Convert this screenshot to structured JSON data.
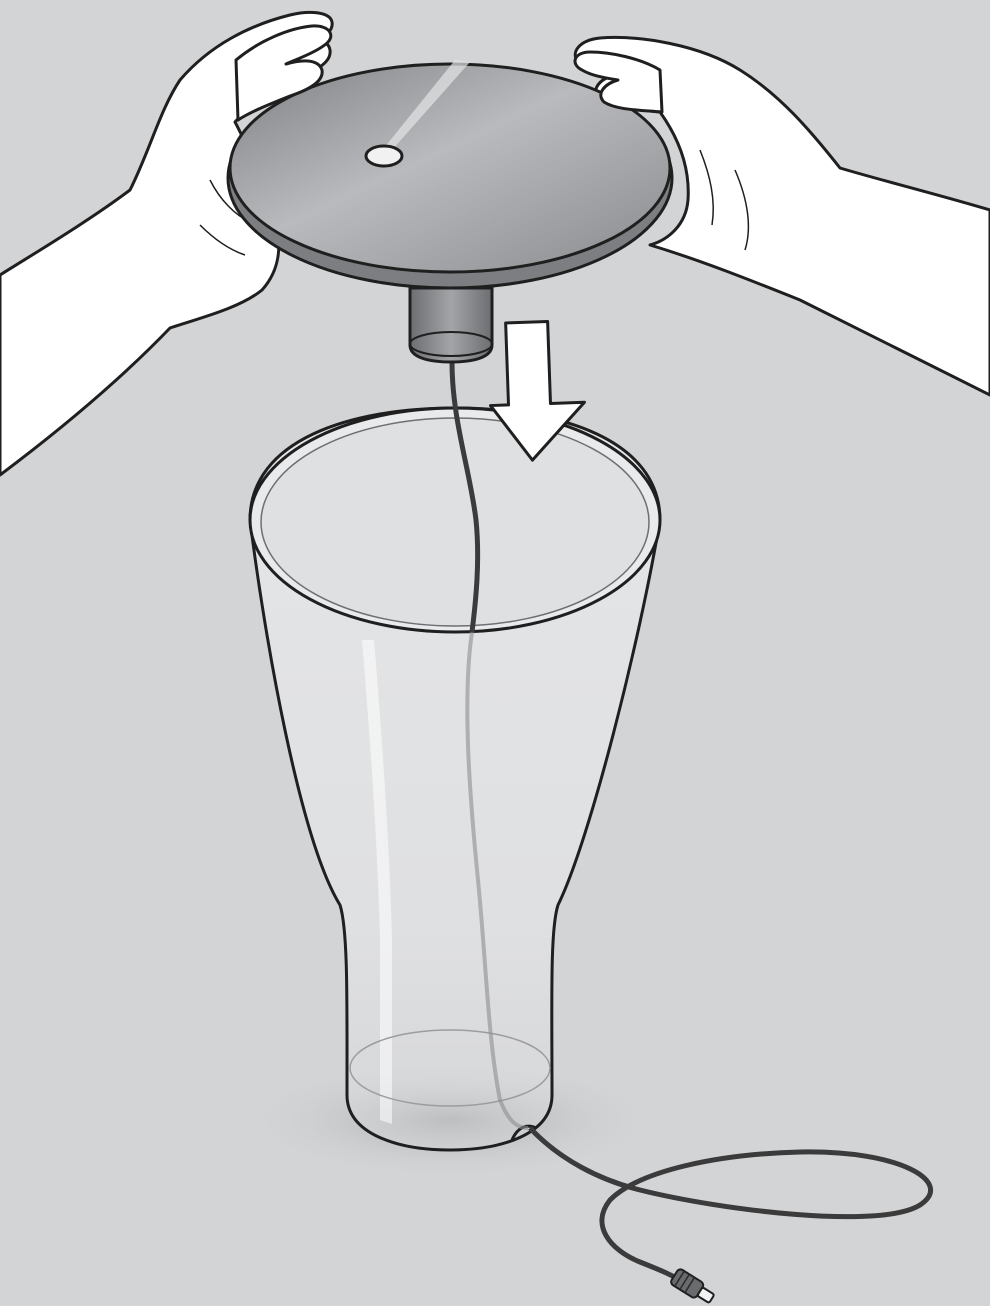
{
  "illustration": {
    "kind": "assembly-instruction",
    "step": "lower-lamp-head-into-glass-shade",
    "arrow_direction": "down",
    "colors": {
      "background": "#d3d4d6",
      "outline": "#1f1f1f",
      "disc_top": "#8f9093",
      "disc_light": "#bcbdc0",
      "glass_fill": "#e6e7e8",
      "skin": "#ffffff",
      "cable": "#3b3b3b"
    }
  }
}
